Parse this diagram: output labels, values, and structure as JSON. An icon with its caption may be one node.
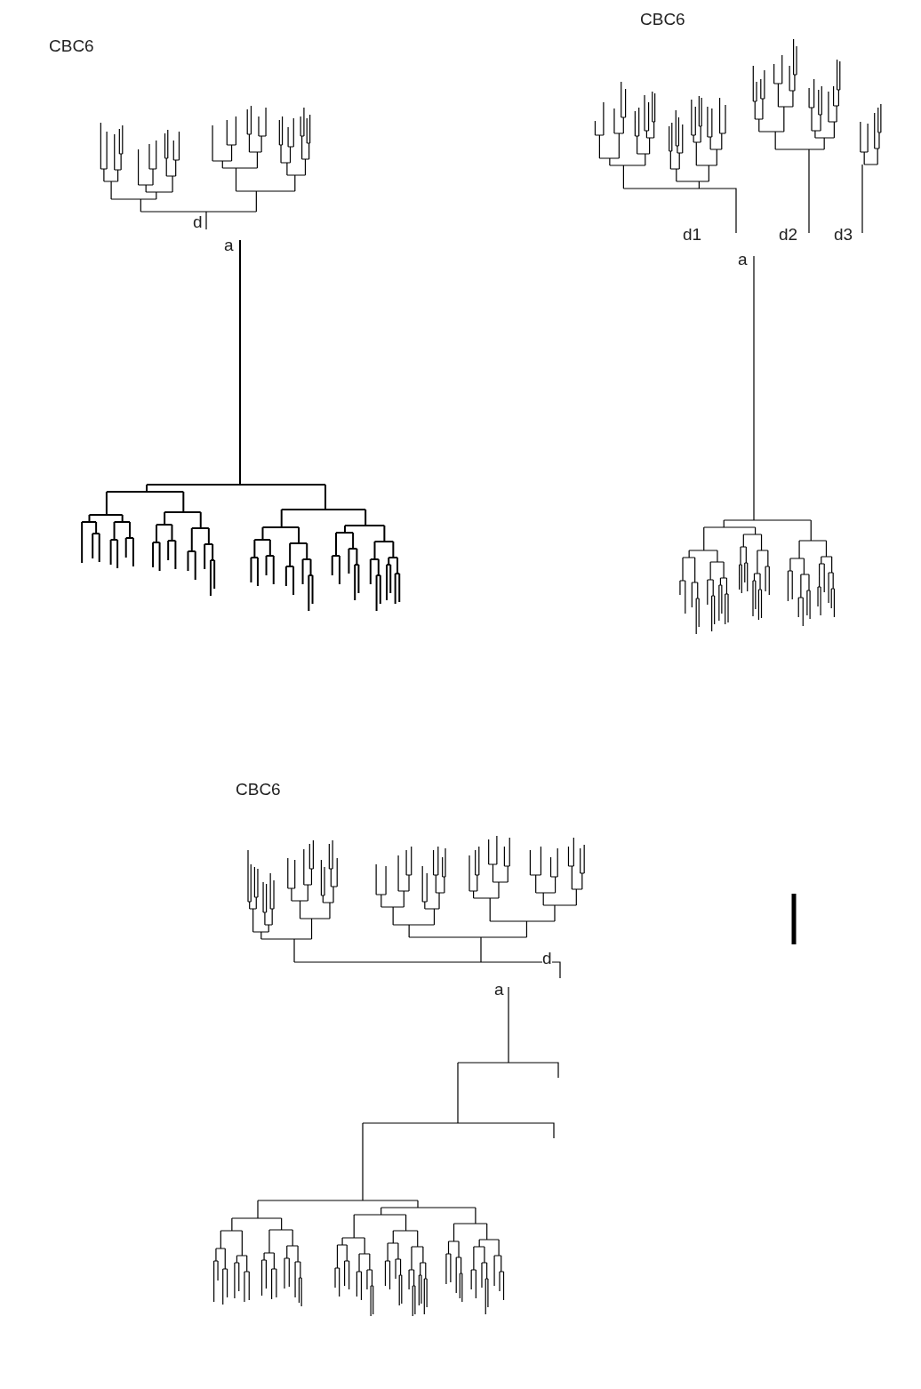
{
  "diagram": {
    "labels": [
      "CBC6",
      "d",
      "a",
      "CBC6",
      "d1",
      "d2",
      "d3",
      "a",
      "CBC6",
      "d",
      "a"
    ]
  }
}
